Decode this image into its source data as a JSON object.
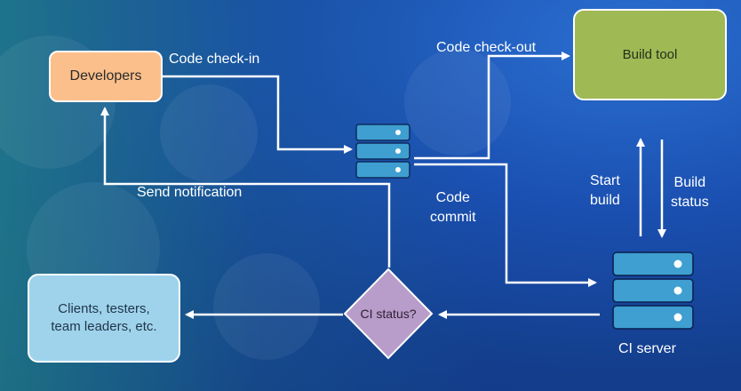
{
  "nodes": {
    "developers": "Developers",
    "build_tool": "Build tool",
    "clients": [
      "Clients, testers,",
      "team leaders, etc."
    ],
    "ci_status": "CI status?",
    "ci_server": "CI server"
  },
  "edges": {
    "code_check_in": "Code check-in",
    "code_check_out": "Code check-out",
    "send_notification": "Send notification",
    "code_commit": [
      "Code",
      "commit"
    ],
    "start_build": [
      "Start",
      "build"
    ],
    "build_status": [
      "Build",
      "status"
    ]
  },
  "colors": {
    "developers_fill": "#fbbf8b",
    "build_tool_fill": "#9fb955",
    "clients_fill": "#9fd3ec",
    "ci_status_fill": "#b89cc9",
    "server_fill": "#3e9fd0",
    "line": "#ffffff"
  }
}
